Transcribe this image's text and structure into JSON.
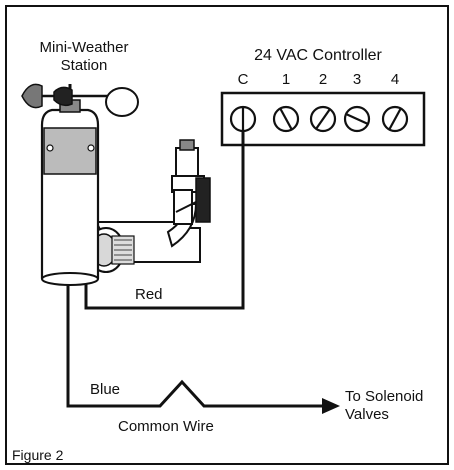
{
  "diagram": {
    "station_label_line1": "Mini-Weather",
    "station_label_line2": "Station",
    "controller_title": "24 VAC Controller",
    "terminals": [
      "C",
      "1",
      "2",
      "3",
      "4"
    ],
    "wire_red": "Red",
    "wire_blue": "Blue",
    "wire_common": "Common Wire",
    "solenoid_line1": "To Solenoid",
    "solenoid_line2": "Valves",
    "figure_caption": "Figure 2"
  }
}
